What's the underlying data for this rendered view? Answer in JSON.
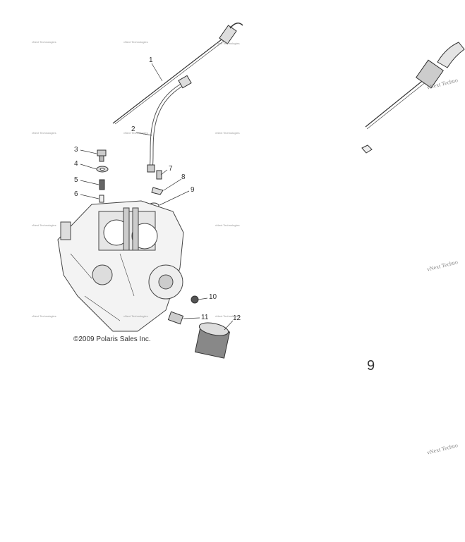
{
  "diagram": {
    "callouts": [
      "1",
      "2",
      "3",
      "4",
      "5",
      "6",
      "7",
      "8",
      "9",
      "10",
      "11",
      "12"
    ],
    "copyright": "©2009 Polaris Sales Inc.",
    "detail_label": "9",
    "watermark_small": "vNext Technologies",
    "watermark_large": "vNext Techno"
  }
}
